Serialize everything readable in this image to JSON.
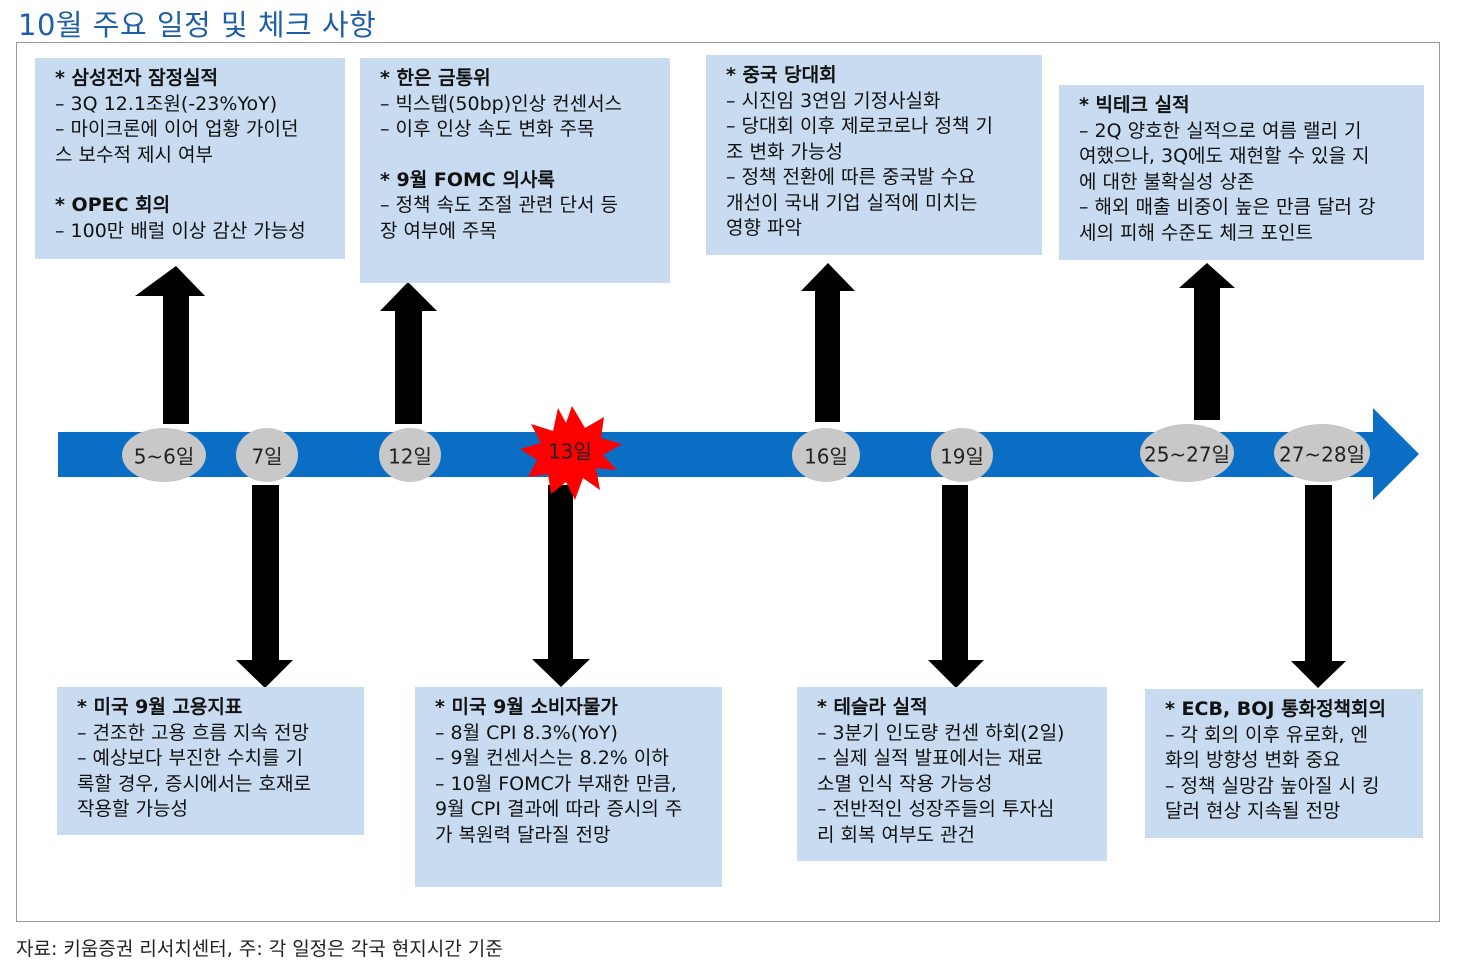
{
  "title": "10월 주요 일정 및 체크 사항",
  "source_note": "자료: 키움증권 리서치센터, 주: 각 일정은 각국 현지시간 기준",
  "colors": {
    "timeline": "#0b6ec5",
    "box_fill": "#c8dbf1",
    "arrow": "#000000",
    "date_marker": "#c8c8c8",
    "burst": "#ff0000",
    "title": "#1f5fa8"
  },
  "dates": [
    {
      "label": "5~6일"
    },
    {
      "label": "7일"
    },
    {
      "label": "12일"
    },
    {
      "label": "13일",
      "highlight": true
    },
    {
      "label": "16일"
    },
    {
      "label": "19일"
    },
    {
      "label": "25~27일"
    },
    {
      "label": "27~28일"
    }
  ],
  "events": [
    {
      "id": "samsung",
      "blocks": [
        {
          "heading": "* 삼성전자 잠정실적",
          "lines": [
            "– 3Q 12.1조원(-23%YoY)",
            "– 마이크론에 이어 업황 가이던\n스 보수적 제시 여부"
          ]
        },
        {
          "heading": "* OPEC 회의",
          "lines": [
            "– 100만 배럴 이상 감산 가능성"
          ]
        }
      ]
    },
    {
      "id": "bok",
      "blocks": [
        {
          "heading": "* 한은 금통위",
          "lines": [
            "– 빅스텝(50bp)인상 컨센서스",
            "– 이후 인상 속도 변화 주목"
          ]
        },
        {
          "heading": "* 9월 FOMC 의사록",
          "lines": [
            "– 정책 속도 조절 관련 단서 등\n장 여부에 주목"
          ]
        }
      ]
    },
    {
      "id": "china",
      "blocks": [
        {
          "heading": "* 중국 당대회",
          "lines": [
            "– 시진임 3연임 기정사실화",
            "– 당대회 이후 제로코로나 정책 기\n조 변화 가능성",
            "– 정책 전환에 따른 중국발 수요\n개선이 국내 기업 실적에 미치는\n영향 파악"
          ]
        }
      ]
    },
    {
      "id": "bigtech",
      "blocks": [
        {
          "heading": "* 빅테크 실적",
          "lines": [
            "– 2Q 양호한 실적으로 여름 랠리 기\n여했으나, 3Q에도 재현할 수 있을 지\n에 대한 불확실성 상존",
            "– 해외 매출 비중이 높은 만큼 달러 강\n세의 피해 수준도 체크 포인트"
          ]
        }
      ]
    },
    {
      "id": "jobs",
      "blocks": [
        {
          "heading": "* 미국 9월 고용지표",
          "lines": [
            "– 견조한 고용 흐름 지속 전망",
            "– 예상보다 부진한 수치를 기\n록할 경우, 증시에서는 호재로\n작용할 가능성"
          ]
        }
      ]
    },
    {
      "id": "cpi",
      "blocks": [
        {
          "heading": "* 미국 9월 소비자물가",
          "lines": [
            "– 8월 CPI 8.3%(YoY)",
            "– 9월 컨센서스는 8.2% 이하",
            "– 10월 FOMC가 부재한 만큼,\n9월 CPI 결과에 따라 증시의 주\n가 복원력 달라질 전망"
          ]
        }
      ]
    },
    {
      "id": "tesla",
      "blocks": [
        {
          "heading": "* 테슬라 실적",
          "lines": [
            "– 3분기 인도량 컨센 하회(2일)",
            "– 실제 실적 발표에서는 재료\n소멸 인식 작용 가능성",
            "– 전반적인 성장주들의 투자심\n리 회복 여부도 관건"
          ]
        }
      ]
    },
    {
      "id": "ecb_boj",
      "blocks": [
        {
          "heading": "* ECB, BOJ 통화정책회의",
          "lines": [
            "– 각 회의 이후 유로화, 엔\n화의 방향성 변화 중요",
            "– 정책 실망감 높아질 시 킹\n달러 현상 지속될 전망"
          ]
        }
      ]
    }
  ]
}
